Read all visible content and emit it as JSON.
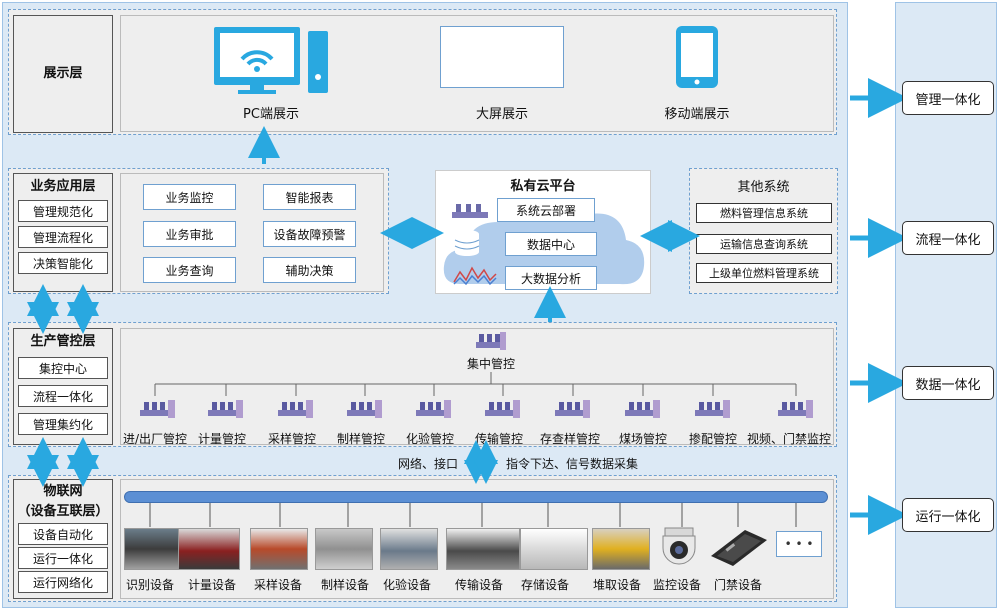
{
  "display_layer": {
    "title": "展示层",
    "items": [
      "PC端展示",
      "大屏展示",
      "移动端展示"
    ]
  },
  "business_layer": {
    "title": "业务应用层",
    "sub_items": [
      "管理规范化",
      "管理流程化",
      "决策智能化"
    ],
    "functions": [
      "业务监控",
      "智能报表",
      "业务审批",
      "设备故障预警",
      "业务查询",
      "辅助决策"
    ]
  },
  "cloud": {
    "title": "私有云平台",
    "items": [
      "系统云部署",
      "数据中心",
      "大数据分析"
    ]
  },
  "other_systems": {
    "title": "其他系统",
    "items": [
      "燃料管理信息系统",
      "运输信息查询系统",
      "上级单位燃料管理系统"
    ]
  },
  "production_layer": {
    "title": "生产管控层",
    "sub_items": [
      "集控中心",
      "流程一体化",
      "管理集约化"
    ],
    "central": "集中管控",
    "controls": [
      "进/出厂管控",
      "计量管控",
      "采样管控",
      "制样管控",
      "化验管控",
      "传输管控",
      "存查样管控",
      "煤场管控",
      "掺配管控",
      "视频、门禁监控"
    ]
  },
  "connection": {
    "left_label": "网络、接口",
    "right_label": "指令下达、信号数据采集"
  },
  "iot_layer": {
    "title_line1": "物联网",
    "title_line2": "（设备互联层）",
    "sub_items": [
      "设备自动化",
      "运行一体化",
      "运行网络化"
    ],
    "devices": [
      "识别设备",
      "计量设备",
      "采样设备",
      "制样设备",
      "化验设备",
      "传输设备",
      "存储设备",
      "堆取设备",
      "监控设备",
      "门禁设备"
    ],
    "more": "• • •"
  },
  "flow": [
    "管理一体化",
    "流程一体化",
    "数据一体化",
    "运行一体化"
  ],
  "colors": {
    "accent": "#29a8e0",
    "bus": "#5b8fd4",
    "panel": "#dce9f5"
  }
}
